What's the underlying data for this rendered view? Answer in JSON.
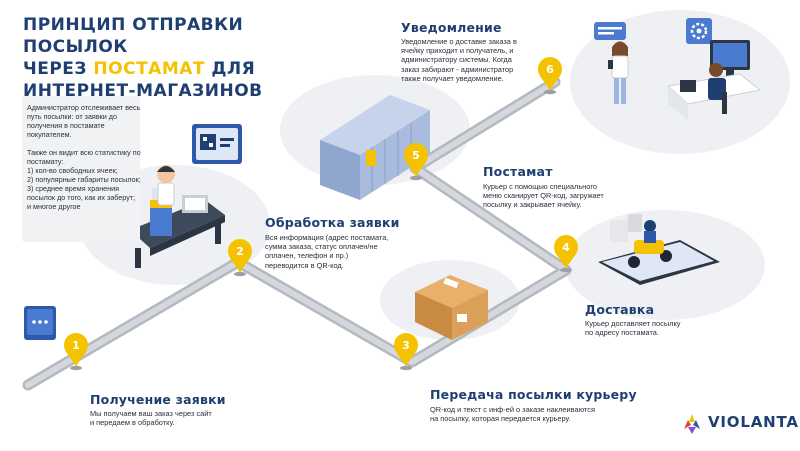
{
  "title": {
    "line1": "ПРИНЦИП ОТПРАВКИ ПОСЫЛОК",
    "line2_pre": "ЧЕРЕЗ ",
    "line2_highlight": "ПОСТАМАТ",
    "line2_post": " ДЛЯ",
    "line3": "ИНТЕРНЕТ-МАГАЗИНОВ"
  },
  "admin_note": "Администратор отслеживает весь путь посылки: от заявки до получения в постамате покупателем.\n\nТакже он видит всю статистику по постамату:\n1) кол-во свободных ячеек;\n2) популярные габариты посылок;\n3) среднее время хранения посылок до того, как их заберут;\nи многое другое",
  "steps": [
    {
      "number": "1",
      "title": "Получение заявки",
      "text": "Мы получаем ваш заказ через сайт\nи передаем в обработку."
    },
    {
      "number": "2",
      "title": "Обработка заявки",
      "text": "Вся информация (адрес постамата,\nсумма заказа,  статус оплачен/не\nоплачен, телефон и пр.)\nпереводится в QR-код."
    },
    {
      "number": "3",
      "title": "Передача посылки курьеру",
      "text": "QR-код и текст с инф-ей о заказе наклеиваются\nна посылку, которая передается курьеру."
    },
    {
      "number": "4",
      "title": "Доставка",
      "text": "Курьер доставляет посылку\nпо адресу постамата."
    },
    {
      "number": "5",
      "title": "Постамат",
      "text": "Курьер с помощью специального\nменю сканирует QR-код, загружает\nпосылку и закрывает ячейку."
    },
    {
      "number": "6",
      "title": "Уведомление",
      "text": "Уведомление о доставке заказа в\nячейку приходит и получатель, и\nадминистратору системы. Когда\nзаказ забирают - администратор\nтакже получает уведомление."
    }
  ],
  "logo": {
    "text": "VIOLANTA"
  },
  "colors": {
    "navy": "#1f3f73",
    "yellow": "#f4c200",
    "road": "#b4b8c0",
    "panel": "#f1f2f4",
    "blob": "#eef0f3"
  },
  "icons": [
    "chat-icon",
    "qr-code-icon",
    "parcel-box-icon",
    "postamat-icon",
    "courier-scooter-icon",
    "user-phone-icon",
    "gear-icon",
    "admin-desk-icon",
    "location-pin-icon",
    "logo-mark-icon"
  ]
}
